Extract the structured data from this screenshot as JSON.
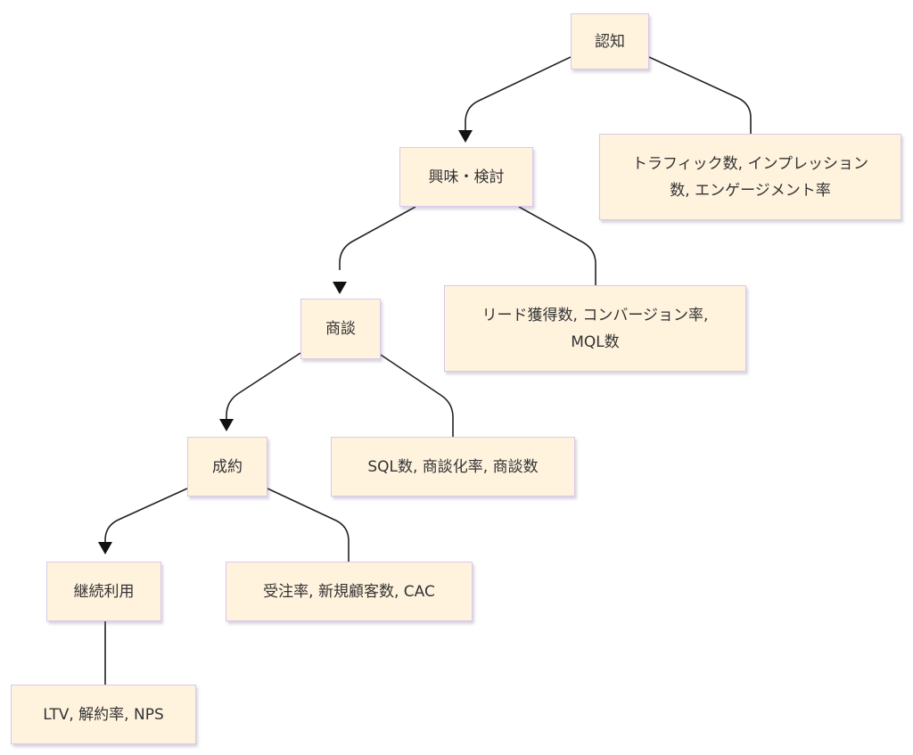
{
  "diagram": {
    "type": "flowchart",
    "direction": "top-down",
    "colors": {
      "node_fill": "#fff3de",
      "node_border": "#d9c9ea",
      "edge": "#222222",
      "text": "#333333"
    },
    "nodes": [
      {
        "id": "awareness",
        "label": "認知",
        "kind": "stage"
      },
      {
        "id": "awareness_kpi",
        "label": "トラフィック数, インプレッション数, エンゲージメント率",
        "kind": "kpi"
      },
      {
        "id": "interest",
        "label": "興味・検討",
        "kind": "stage"
      },
      {
        "id": "interest_kpi",
        "label": "リード獲得数, コンバージョン率, MQL数",
        "kind": "kpi"
      },
      {
        "id": "negotiation",
        "label": "商談",
        "kind": "stage"
      },
      {
        "id": "negotiation_kpi",
        "label": "SQL数, 商談化率, 商談数",
        "kind": "kpi"
      },
      {
        "id": "contract",
        "label": "成約",
        "kind": "stage"
      },
      {
        "id": "contract_kpi",
        "label": "受注率, 新規顧客数, CAC",
        "kind": "kpi"
      },
      {
        "id": "retention",
        "label": "継続利用",
        "kind": "stage"
      },
      {
        "id": "retention_kpi",
        "label": "LTV, 解約率, NPS",
        "kind": "kpi"
      }
    ],
    "edges": [
      {
        "from": "awareness",
        "to": "interest",
        "arrow": true
      },
      {
        "from": "awareness",
        "to": "awareness_kpi",
        "arrow": false
      },
      {
        "from": "interest",
        "to": "negotiation",
        "arrow": true
      },
      {
        "from": "interest",
        "to": "interest_kpi",
        "arrow": false
      },
      {
        "from": "negotiation",
        "to": "contract",
        "arrow": true
      },
      {
        "from": "negotiation",
        "to": "negotiation_kpi",
        "arrow": false
      },
      {
        "from": "contract",
        "to": "retention",
        "arrow": true
      },
      {
        "from": "contract",
        "to": "contract_kpi",
        "arrow": false
      },
      {
        "from": "retention",
        "to": "retention_kpi",
        "arrow": false
      }
    ]
  }
}
